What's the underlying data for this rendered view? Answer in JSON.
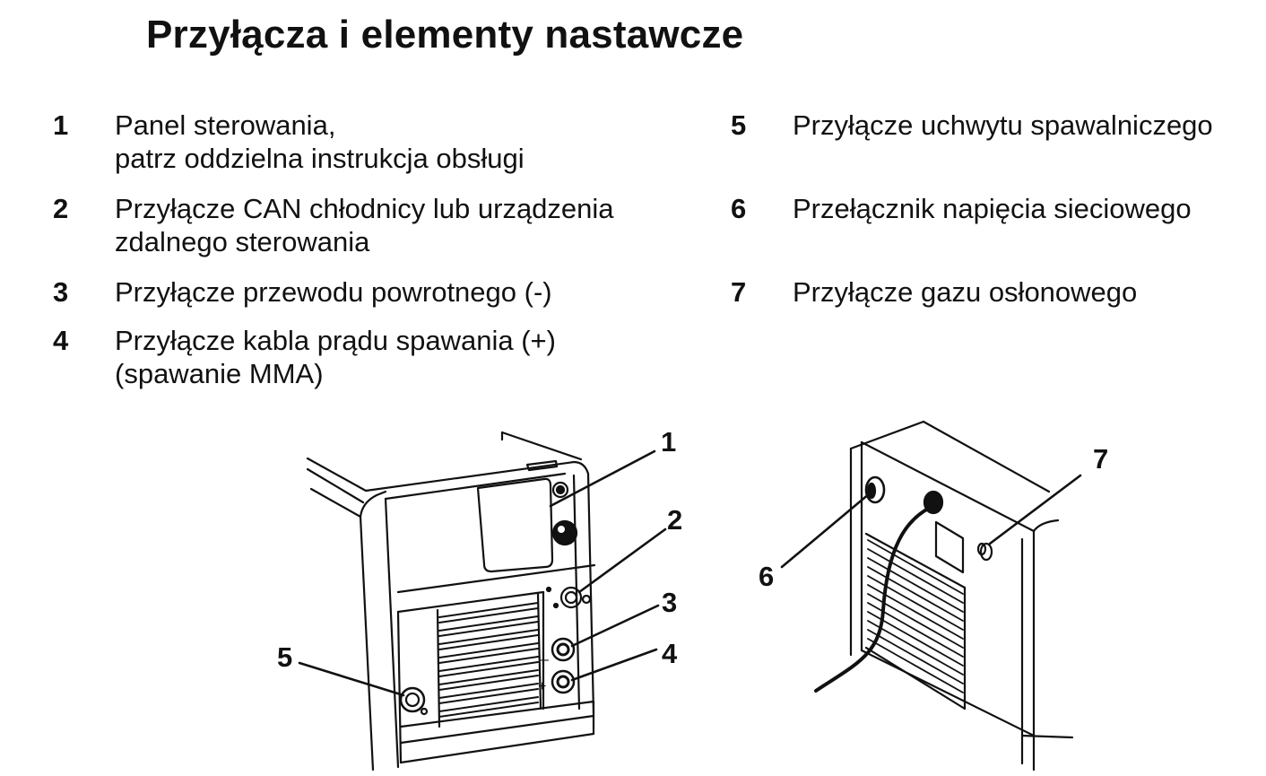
{
  "title": "Przyłącza i elementy nastawcze",
  "legend": [
    {
      "num": "1",
      "lines": [
        "Panel sterowania,",
        "patrz oddzielna instrukcja obsługi"
      ]
    },
    {
      "num": "2",
      "lines": [
        "Przyłącze CAN chłodnicy lub urządzenia",
        "zdalnego sterowania"
      ]
    },
    {
      "num": "3",
      "lines": [
        "Przyłącze przewodu powrotnego (-)"
      ]
    },
    {
      "num": "4",
      "lines": [
        "Przyłącze kabla prądu spawania (+)",
        "(spawanie MMA)"
      ]
    },
    {
      "num": "5",
      "lines": [
        "Przyłącze uchwytu spawalniczego"
      ]
    },
    {
      "num": "6",
      "lines": [
        "Przełącznik napięcia sieciowego"
      ]
    },
    {
      "num": "7",
      "lines": [
        "Przyłącze gazu osłonowego"
      ]
    }
  ],
  "callouts": {
    "c1": "1",
    "c2": "2",
    "c3": "3",
    "c4": "4",
    "c5": "5",
    "c6": "6",
    "c7": "7"
  },
  "figure_marks": {
    "minus_sign": "–",
    "plus_sign": "+"
  }
}
